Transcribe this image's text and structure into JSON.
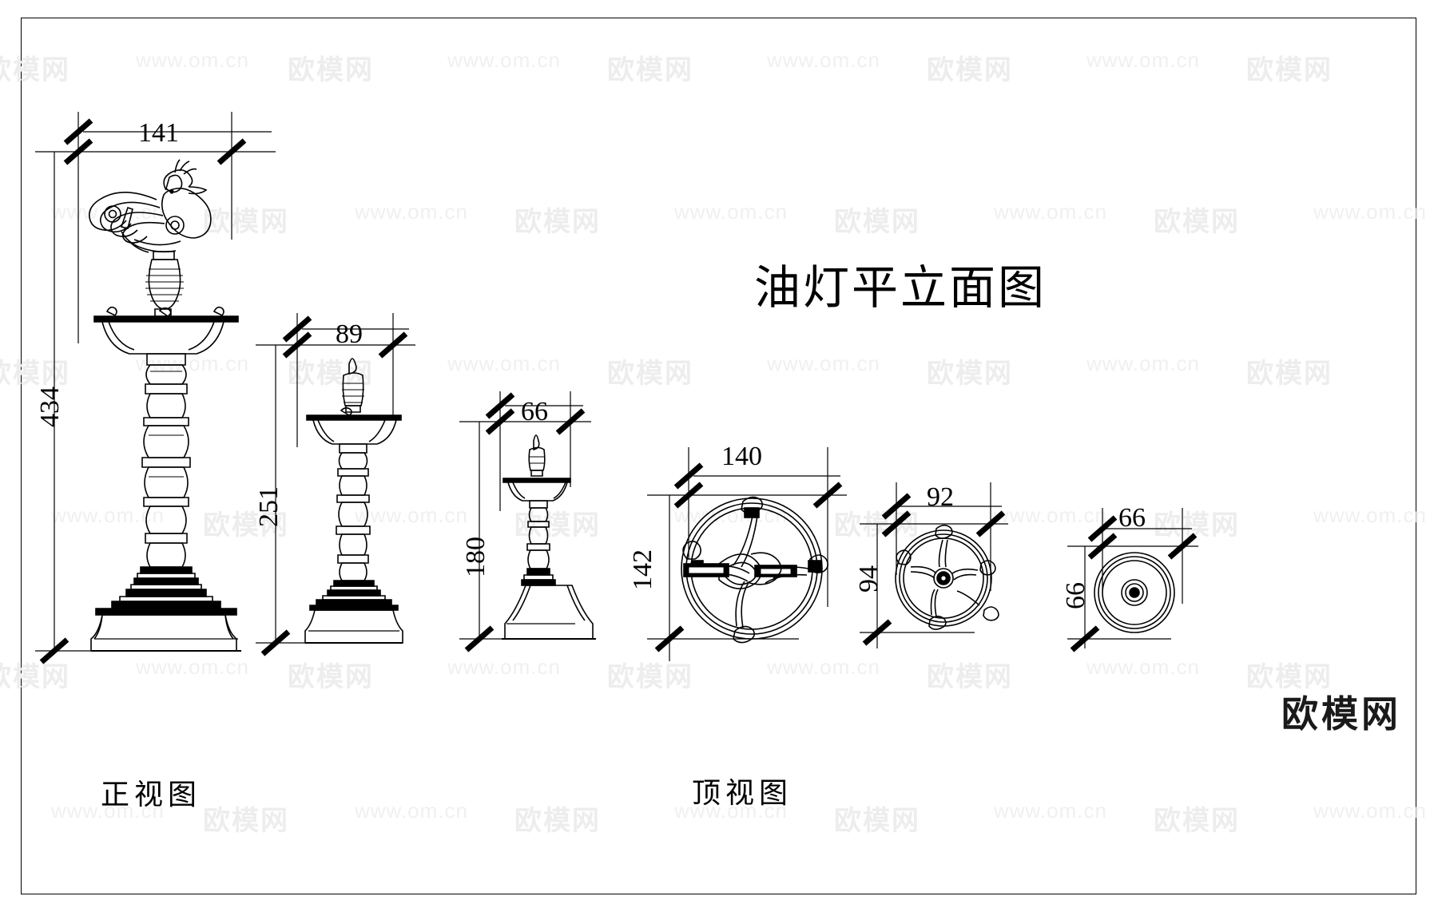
{
  "sheet": {
    "title": "油灯平立面图",
    "brand_logo": "欧模网",
    "labels": {
      "front_view": "正视图",
      "top_view": "顶视图"
    }
  },
  "watermark": {
    "logo_text": "欧模网",
    "url_text": "www.om.cn",
    "logo_color": "#ededed",
    "url_color": "#f0f0f0"
  },
  "elevations": [
    {
      "id": "lamp-large",
      "name": "peacock-oil-lamp-large",
      "width_dim": "141",
      "height_dim": "434",
      "finial": "peacock"
    },
    {
      "id": "lamp-medium",
      "name": "oil-lamp-medium",
      "width_dim": "89",
      "height_dim": "251",
      "finial": "spire"
    },
    {
      "id": "lamp-small",
      "name": "oil-lamp-small",
      "width_dim": "66",
      "height_dim": "180",
      "finial": "spire"
    }
  ],
  "plans": [
    {
      "id": "plan-large",
      "name": "top-view-large",
      "width_dim": "140",
      "height_dim": "142"
    },
    {
      "id": "plan-medium",
      "name": "top-view-medium",
      "width_dim": "92",
      "height_dim": "94"
    },
    {
      "id": "plan-small",
      "name": "top-view-small",
      "width_dim": "66",
      "height_dim": "66"
    }
  ],
  "colors": {
    "line": "#000000",
    "background": "#ffffff",
    "fill_dark": "#111111"
  }
}
